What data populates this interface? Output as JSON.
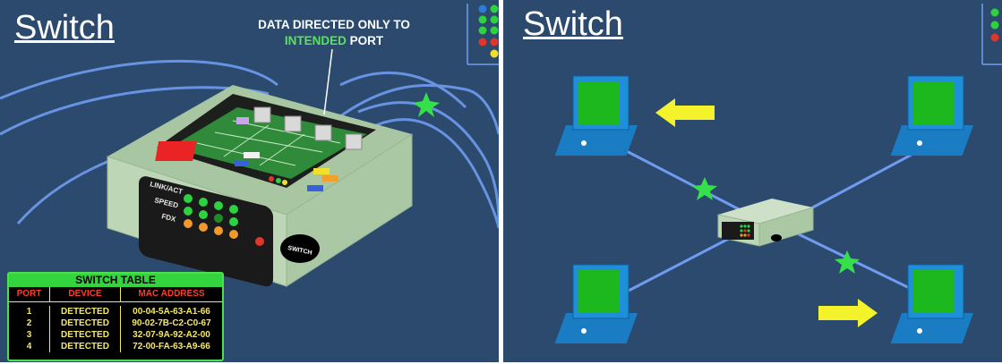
{
  "left_panel": {
    "title": "Switch",
    "callout": {
      "line1": "DATA DIRECTED ONLY TO",
      "highlight": "INTENDED",
      "rest": " PORT"
    },
    "device_labels": {
      "link_act": "LINK/ACT",
      "speed": "SPEED",
      "fdx": "FDX",
      "badge": "SWITCH"
    },
    "table": {
      "title": "SWITCH TABLE",
      "headers": [
        "PORT",
        "DEVICE",
        "MAC ADDRESS"
      ],
      "rows": [
        {
          "port": "1",
          "device": "DETECTED",
          "mac": "00-04-5A-63-A1-66"
        },
        {
          "port": "2",
          "device": "DETECTED",
          "mac": "90-02-7B-C2-C0-67"
        },
        {
          "port": "3",
          "device": "DETECTED",
          "mac": "32-07-9A-92-A2-00"
        },
        {
          "port": "4",
          "device": "DETECTED",
          "mac": "72-00-FA-63-A9-66"
        }
      ]
    },
    "indicator_colors": [
      "#2b7bd8",
      "#2ed13f",
      "#2ed13f",
      "#2ed13f",
      "#2ed13f",
      "#2ed13f",
      "#e0362b",
      "#e0362b",
      "#f1e02a"
    ]
  },
  "right_panel": {
    "title": "Switch",
    "indicator_colors": [
      "#2ed13f",
      "#2ed13f",
      "#e0362b"
    ]
  },
  "colors": {
    "background": "#2b4a6e",
    "cable": "#6f9cf0",
    "star": "#35e04a",
    "arrow": "#f4f22a",
    "switch_body": "#bcd6b6",
    "monitor": "#1f8fd8",
    "screen": "#1db81d"
  }
}
